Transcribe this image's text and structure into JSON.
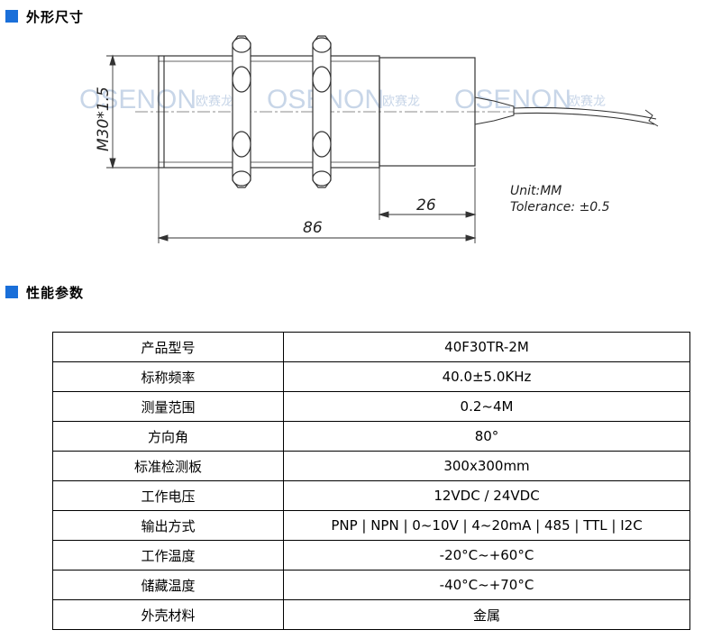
{
  "sections": {
    "dimensions": {
      "title": "外形尺寸"
    },
    "performance": {
      "title": "性能参数"
    }
  },
  "colors": {
    "accent": "#1a6fd9",
    "watermark": "#c8d6e8"
  },
  "drawing": {
    "thread_label": "M30*1.5",
    "dim_short": "26",
    "dim_total": "86",
    "unit_line": "Unit:MM",
    "tolerance_line": "Tolerance: ±0.5",
    "watermarks": [
      {
        "brand": "OSENON",
        "cn": "欧赛龙"
      },
      {
        "brand": "OSENON",
        "cn": "欧赛龙"
      },
      {
        "brand": "OSENON",
        "cn": "欧赛龙"
      }
    ]
  },
  "specs": [
    {
      "label": "产品型号",
      "value": "40F30TR-2M"
    },
    {
      "label": "标称频率",
      "value": "40.0±5.0KHz"
    },
    {
      "label": "测量范围",
      "value": "0.2~4M"
    },
    {
      "label": "方向角",
      "value": "80°"
    },
    {
      "label": "标准检测板",
      "value": "300x300mm"
    },
    {
      "label": "工作电压",
      "value": "12VDC / 24VDC"
    },
    {
      "label": "输出方式",
      "value": "PNP | NPN | 0~10V | 4~20mA | 485 | TTL | I2C"
    },
    {
      "label": "工作温度",
      "value": "-20°C~+60°C"
    },
    {
      "label": "储藏温度",
      "value": "-40°C~+70°C"
    },
    {
      "label": "外壳材料",
      "value": "金属"
    }
  ]
}
